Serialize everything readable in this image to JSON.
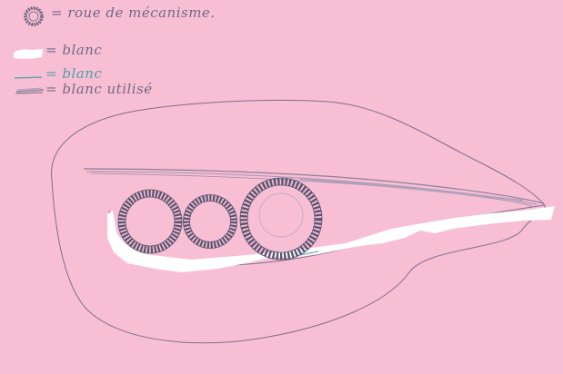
{
  "legend": {
    "wheel_label": "= roue de mécanisme.",
    "white_label": "= blanc",
    "line_label": "= blanc",
    "used_white_label": "= blanc utilisé"
  },
  "colors": {
    "paper": "#f8bed4",
    "pencil": "#7d6f8c",
    "ink": "#6f6a85",
    "teal_ink": "#4e9ea6",
    "white_paint": "#ffffff",
    "hatch": "#5a5570"
  }
}
